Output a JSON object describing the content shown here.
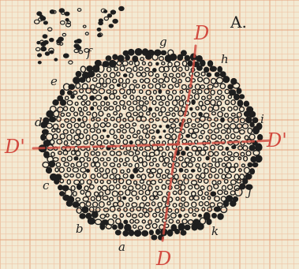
{
  "figure": {
    "panel_label": "A.",
    "section_axis_top": "D",
    "section_axis_bottom": "D",
    "section_axis_left": "D'",
    "section_axis_right": "D'",
    "point_labels": {
      "a": "a",
      "b": "b",
      "c": "c",
      "d": "d",
      "e": "e",
      "f": "f",
      "g": "g",
      "h": "h",
      "i": "i",
      "j": "j",
      "k": "k"
    }
  },
  "colors": {
    "paper": "#f3ead3",
    "grid_fine": "#efc4a6",
    "grid_major": "#e6a27d",
    "ink": "#1e1e1e",
    "red_pencil": "#d24a3f"
  }
}
